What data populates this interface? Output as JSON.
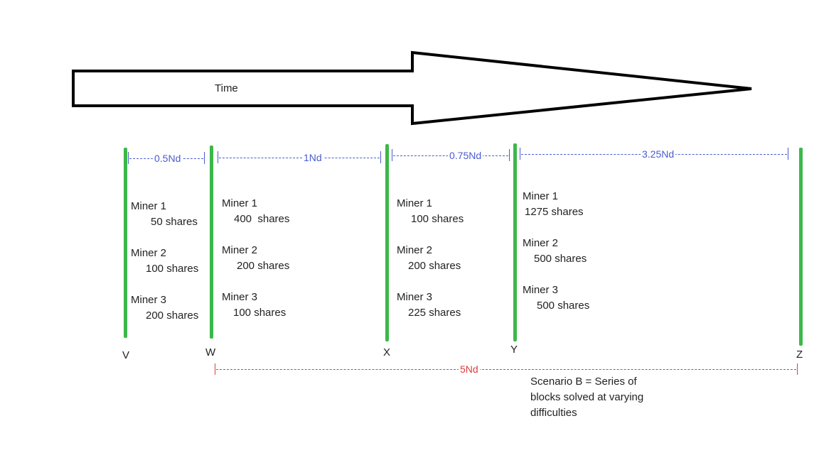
{
  "arrow": {
    "label": "Time",
    "stroke": "#000000"
  },
  "colors": {
    "timeline": "#3cb84a",
    "interval": "#4a5ccf",
    "total": "#e03c3c",
    "text": "#222222"
  },
  "points": [
    {
      "label": "V"
    },
    {
      "label": "W"
    },
    {
      "label": "X"
    },
    {
      "label": "Y"
    },
    {
      "label": "Z"
    }
  ],
  "intervals": [
    {
      "label": "0.5Nd"
    },
    {
      "label": "1Nd"
    },
    {
      "label": "0.75Nd"
    },
    {
      "label": "3.25Nd"
    }
  ],
  "total_interval": {
    "label": "5Nd"
  },
  "blocks": [
    {
      "miners": [
        {
          "name": "Miner 1",
          "shares": "50 shares"
        },
        {
          "name": "Miner 2",
          "shares": "100 shares"
        },
        {
          "name": "Miner 3",
          "shares": "200 shares"
        }
      ]
    },
    {
      "miners": [
        {
          "name": "Miner 1",
          "shares": "400  shares"
        },
        {
          "name": "Miner 2",
          "shares": "200 shares"
        },
        {
          "name": "Miner 3",
          "shares": "100 shares"
        }
      ]
    },
    {
      "miners": [
        {
          "name": "Miner 1",
          "shares": "100 shares"
        },
        {
          "name": "Miner 2",
          "shares": "200 shares"
        },
        {
          "name": "Miner 3",
          "shares": "225 shares"
        }
      ]
    },
    {
      "miners": [
        {
          "name": "Miner 1",
          "shares": "1275 shares"
        },
        {
          "name": "Miner 2",
          "shares": "500 shares"
        },
        {
          "name": "Miner 3",
          "shares": "500 shares"
        }
      ]
    }
  ],
  "caption": {
    "line1": "Scenario B = Series of",
    "line2": "blocks solved at varying",
    "line3": "difficulties"
  }
}
